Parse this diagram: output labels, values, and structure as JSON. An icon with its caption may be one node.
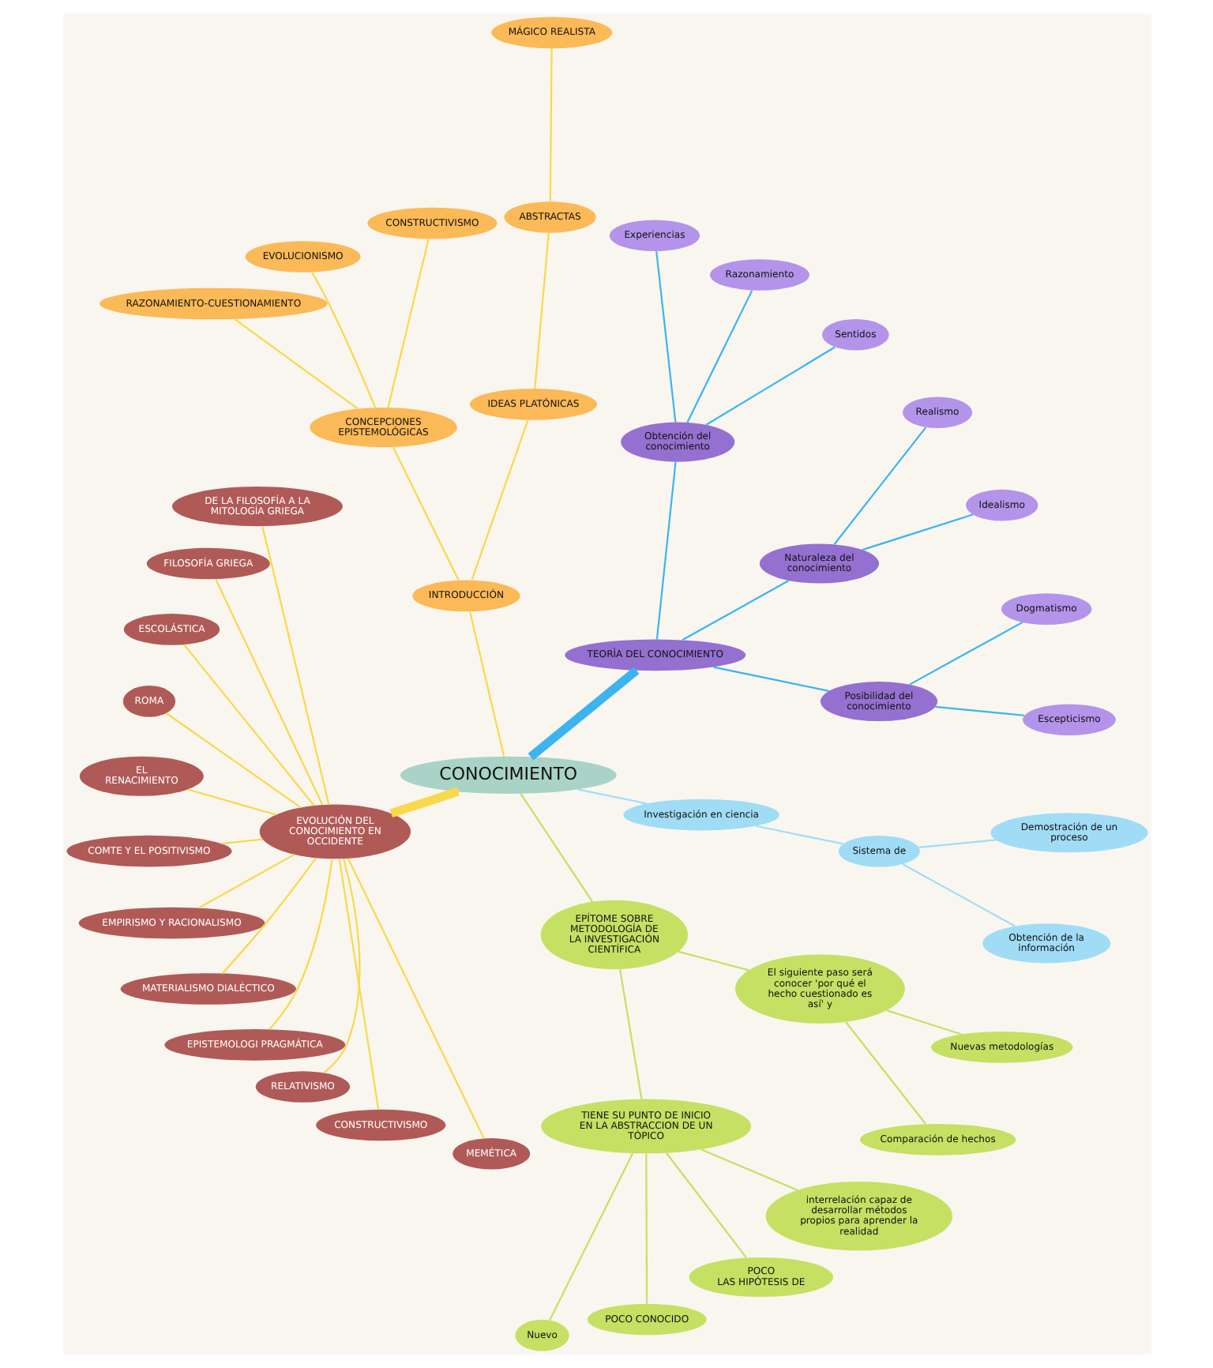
{
  "diagram": {
    "nodes": [
      {
        "text": [
          "CONOCIMIENTO"
        ]
      },
      {
        "text": [
          "TEORÌA DEL CONOCIMIENTO"
        ]
      },
      {
        "text": [
          "Posibilidad del conocimiento"
        ]
      },
      {
        "text": [
          "Escepticismo"
        ]
      },
      {
        "text": [
          "Dogmatismo"
        ]
      },
      {
        "text": [
          "Naturaleza del conocimiento"
        ]
      },
      {
        "text": [
          "Idealismo"
        ]
      },
      {
        "text": [
          "Realismo"
        ]
      },
      {
        "text": [
          "Obtención del conocimiento"
        ]
      },
      {
        "text": [
          "Sentidos"
        ]
      },
      {
        "text": [
          "Razonamiento"
        ]
      },
      {
        "text": [
          "Experiencias"
        ]
      },
      {
        "text": [
          "INTRODUCCIÓN"
        ]
      },
      {
        "text": [
          "IDEAS PLATÓNICAS"
        ]
      },
      {
        "text": [
          "ABSTRACTAS"
        ]
      },
      {
        "text": [
          "MÁGICO REALISTA"
        ]
      },
      {
        "text": [
          "CONCEPCIONES EPISTEMOLÓGICAS"
        ]
      },
      {
        "text": [
          "CONSTRUCTIVISMO"
        ]
      },
      {
        "text": [
          "EVOLUCIONISMO"
        ]
      },
      {
        "text": [
          "RAZONAMIENTO-CUESTIONAMIENTO"
        ]
      },
      {
        "text": [
          "EVOLUCIÓN DEL CONOCIMIENTO EN OCCIDENTE"
        ]
      },
      {
        "text": [
          "DE LA FILOSOFÍA A LA MITOLOGÍA GRIEGA"
        ]
      },
      {
        "text": [
          "FILOSOFÍA GRIEGA"
        ]
      },
      {
        "text": [
          "ESCOLÁSTICA"
        ]
      },
      {
        "text": [
          "ROMA"
        ]
      },
      {
        "text": [
          "EL",
          "RENACIMIENTO"
        ]
      },
      {
        "text": [
          "COMTE Y EL POSITIVISMO"
        ]
      },
      {
        "text": [
          "EMPIRISMO Y RACIONALISMO"
        ]
      },
      {
        "text": [
          "MATERIALISMO DIALÉCTICO"
        ]
      },
      {
        "text": [
          "EPISTEMOLOGI PRAGMÁTICA"
        ]
      },
      {
        "text": [
          "RELATIVISMO"
        ]
      },
      {
        "text": [
          "CONSTRUCTIVISMO"
        ]
      },
      {
        "text": [
          "MEMÉTICA"
        ]
      },
      {
        "text": [
          "EPÍTOME SOBRE METODOLOGÍA DE",
          "LA INVESTIGACIÓN CIENTÍFICA"
        ]
      },
      {
        "text": [
          "TIENE SU PUNTO DE INICIO EN LA ABSTRACCION DE UN TÓPICO"
        ]
      },
      {
        "text": [
          "El siguiente paso será conocer 'por qué el hecho cuestionado es así' y"
        ]
      },
      {
        "text": [
          "Nuevo"
        ]
      },
      {
        "text": [
          "POCO CONOCIDO"
        ]
      },
      {
        "text": [
          "POCO",
          "LAS HIPÓTESIS DE"
        ]
      },
      {
        "text": [
          "interrelación capaz de desarrollar métodos propios para aprender la realidad"
        ]
      },
      {
        "text": [
          "Comparación de hechos"
        ]
      },
      {
        "text": [
          "Nuevas metodologías"
        ]
      },
      {
        "text": [
          "Investigación en ciencia"
        ]
      },
      {
        "text": [
          "Sistema de"
        ]
      },
      {
        "text": [
          "Obtención de la información"
        ]
      },
      {
        "text": [
          "Demostración de un proceso"
        ]
      }
    ],
    "edges": [
      {
        "from": 0,
        "to": 1,
        "arrow": "none",
        "style": "thick",
        "color": "#3bb4f0"
      },
      {
        "from": 1,
        "to": 2,
        "arrow": "none",
        "color": "#3bb4f0"
      },
      {
        "from": 2,
        "to": 3,
        "arrow": "none",
        "color": "#3bb4f0"
      },
      {
        "from": 2,
        "to": 4,
        "arrow": "none",
        "color": "#3bb4f0"
      },
      {
        "from": 1,
        "to": 5,
        "arrow": "none",
        "color": "#3bb4f0"
      },
      {
        "from": 5,
        "to": 6,
        "arrow": "none",
        "color": "#3bb4f0"
      },
      {
        "from": 5,
        "to": 7,
        "arrow": "none",
        "color": "#3bb4f0"
      },
      {
        "from": 1,
        "to": 8,
        "arrow": "none",
        "color": "#3bb4f0"
      },
      {
        "from": 8,
        "to": 9,
        "arrow": "none",
        "color": "#3bb4f0"
      },
      {
        "from": 8,
        "to": 10,
        "arrow": "none",
        "color": "#3bb4f0"
      },
      {
        "from": 8,
        "to": 11,
        "arrow": "none",
        "color": "#3bb4f0"
      },
      {
        "from": 0,
        "to": 12,
        "arrow": "none",
        "color": "#f9d84a"
      },
      {
        "from": 12,
        "to": 13,
        "arrow": "none",
        "color": "#f9d84a"
      },
      {
        "from": 13,
        "to": 14,
        "arrow": "none",
        "color": "#f9d84a"
      },
      {
        "from": 14,
        "to": 15,
        "arrow": "none",
        "color": "#f9d84a"
      },
      {
        "from": 12,
        "to": 16,
        "arrow": "none",
        "color": "#f9d84a"
      },
      {
        "from": 16,
        "to": 17,
        "arrow": "none",
        "color": "#f9d84a"
      },
      {
        "from": 16,
        "to": 18,
        "arrow": "none",
        "color": "#f9d84a"
      },
      {
        "from": 16,
        "to": 19,
        "arrow": "none",
        "color": "#f9d84a"
      },
      {
        "from": 0,
        "to": 20,
        "arrow": "none",
        "style": "thick",
        "color": "#f9d84a"
      },
      {
        "from": 20,
        "to": 21,
        "arrow": "none",
        "color": "#f9d84a"
      },
      {
        "from": 20,
        "to": 22,
        "arrow": "none",
        "color": "#f9d84a"
      },
      {
        "from": 20,
        "to": 23,
        "arrow": "none",
        "color": "#f9d84a"
      },
      {
        "from": 20,
        "to": 24,
        "arrow": "none",
        "color": "#f9d84a"
      },
      {
        "from": 20,
        "to": 25,
        "arrow": "none",
        "color": "#f9d84a"
      },
      {
        "from": 20,
        "to": 26,
        "arrow": "none",
        "color": "#f9d84a"
      },
      {
        "from": 20,
        "to": 27,
        "arrow": "none",
        "color": "#f9d84a"
      },
      {
        "from": 20,
        "to": 28,
        "arrow": "none",
        "color": "#f9d84a"
      },
      {
        "from": 20,
        "to": 29,
        "arrow": "none",
        "color": "#f9d84a"
      },
      {
        "from": 20,
        "to": 30,
        "arrow": "none",
        "color": "#f9d84a"
      },
      {
        "from": 20,
        "to": 31,
        "arrow": "none",
        "color": "#f9d84a"
      },
      {
        "from": 20,
        "to": 32,
        "arrow": "none",
        "color": "#f9d84a"
      },
      {
        "from": 0,
        "to": 33,
        "arrow": "none",
        "color": "#c5e063"
      },
      {
        "from": 33,
        "to": 34,
        "arrow": "none",
        "color": "#c5e063"
      },
      {
        "from": 33,
        "to": 35,
        "arrow": "none",
        "color": "#c5e063"
      },
      {
        "from": 34,
        "to": 36,
        "arrow": "none",
        "color": "#c5e063"
      },
      {
        "from": 34,
        "to": 37,
        "arrow": "none",
        "color": "#c5e063"
      },
      {
        "from": 34,
        "to": 38,
        "arrow": "none",
        "color": "#c5e063"
      },
      {
        "from": 34,
        "to": 39,
        "arrow": "none",
        "color": "#c5e063"
      },
      {
        "from": 35,
        "to": 40,
        "arrow": "none",
        "color": "#c5e063"
      },
      {
        "from": 35,
        "to": 41,
        "arrow": "none",
        "color": "#c5e063"
      },
      {
        "from": 0,
        "to": 42,
        "arrow": "none",
        "color": "#a0dcf5"
      },
      {
        "from": 42,
        "to": 43,
        "arrow": "none",
        "color": "#a0dcf5"
      },
      {
        "from": 43,
        "to": 44,
        "arrow": "none",
        "color": "#a0dcf5"
      },
      {
        "from": 43,
        "to": 45,
        "arrow": "none",
        "color": "#a0dcf5"
      }
    ]
  }
}
